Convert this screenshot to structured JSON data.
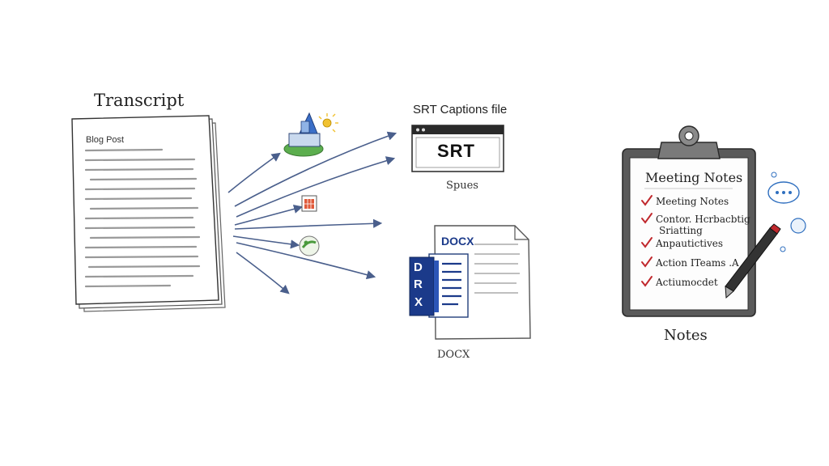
{
  "transcript": {
    "title": "Transcript",
    "doc_label": "Blog Post"
  },
  "srt": {
    "title": "SRT Captions file",
    "badge": "SRT",
    "subtitle": "Spues"
  },
  "docx": {
    "header": "DOCX",
    "caption": "DOCX",
    "icon_letters": [
      "D",
      "R",
      "X"
    ],
    "icon_color": "#1b3a8a"
  },
  "notes": {
    "caption": "Notes",
    "clipboard_title": "Meeting Notes",
    "items": [
      "Meeting Notes",
      "Contor. Hcrbacbtig",
      "Sriatting",
      "Anpautictives",
      "Action ITeams .A",
      "Actiumocdet"
    ],
    "check_color": "#c0282d"
  },
  "icons": [
    "tools-icon",
    "sun-icon",
    "calendar-icon",
    "chart-icon",
    "chat-bubble-icon",
    "pen-icon"
  ]
}
